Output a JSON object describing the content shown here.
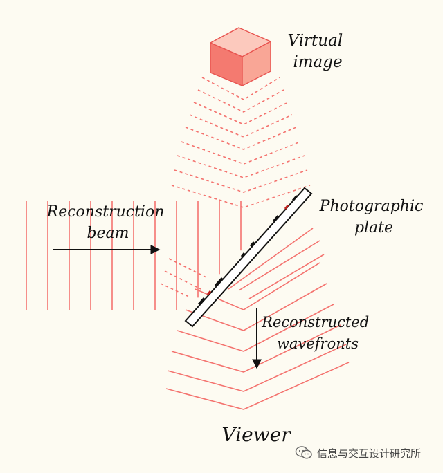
{
  "labels": {
    "virtual_image": [
      "Virtual",
      "image"
    ],
    "reconstruction_beam": [
      "Reconstruction",
      "beam"
    ],
    "photographic_plate": [
      "Photographic",
      "plate"
    ],
    "reconstructed_wavefronts": [
      "Reconstructed",
      "wavefronts"
    ],
    "viewer": "Viewer"
  },
  "watermark": {
    "icon": "wechat-icon",
    "text": "信息与交互设计研究所"
  },
  "colors": {
    "wave": "#f4736f",
    "cube_front": "#f47a70",
    "cube_top": "#fcc9bd",
    "cube_side": "#f9a696",
    "cube_edge": "#e8534f",
    "arrow": "#111111",
    "plate_outline": "#111111",
    "background": "#fdfbf2"
  }
}
